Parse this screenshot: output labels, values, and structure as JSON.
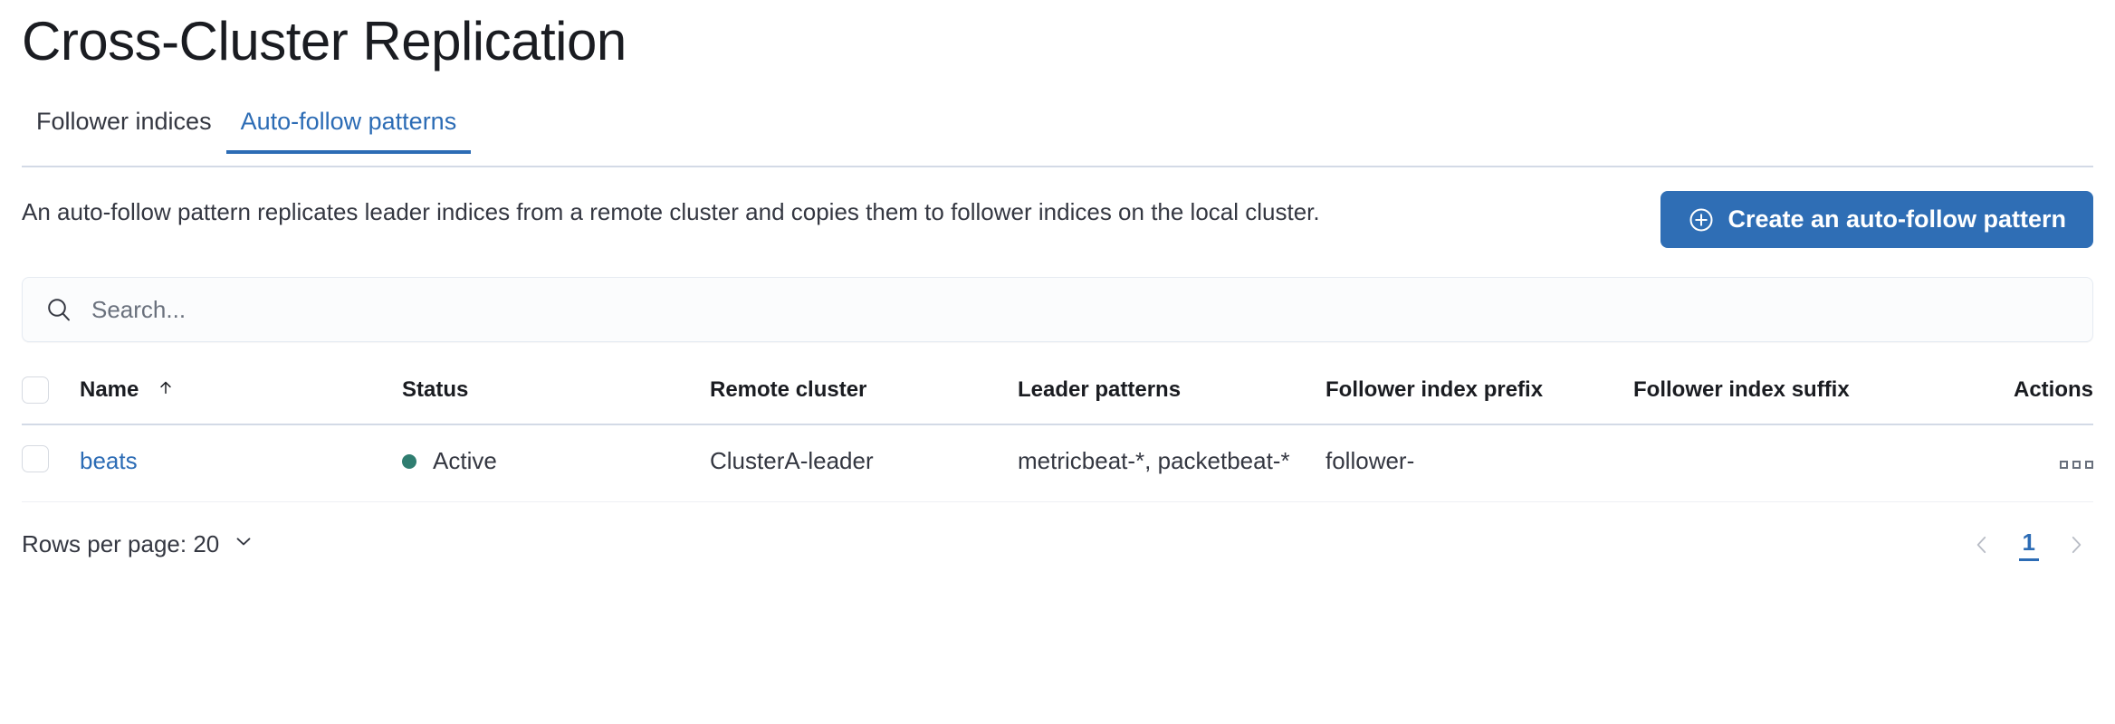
{
  "header": {
    "title": "Cross-Cluster Replication"
  },
  "tabs": [
    {
      "label": "Follower indices",
      "active": false,
      "name": "tab-follower-indices"
    },
    {
      "label": "Auto-follow patterns",
      "active": true,
      "name": "tab-auto-follow-patterns"
    }
  ],
  "intro": {
    "description": "An auto-follow pattern replicates leader indices from a remote cluster and copies them to follower indices on the local cluster.",
    "create_button_label": "Create an auto-follow pattern",
    "create_button_icon": "plus-circle-icon"
  },
  "search": {
    "placeholder": "Search...",
    "value": "",
    "icon": "search-icon"
  },
  "table": {
    "columns": [
      {
        "key": "name",
        "label": "Name",
        "sorted": "asc",
        "sort_icon": "arrow-up-icon"
      },
      {
        "key": "status",
        "label": "Status"
      },
      {
        "key": "remote_cluster",
        "label": "Remote cluster"
      },
      {
        "key": "leader_patterns",
        "label": "Leader patterns"
      },
      {
        "key": "follower_index_prefix",
        "label": "Follower index prefix"
      },
      {
        "key": "follower_index_suffix",
        "label": "Follower index suffix"
      },
      {
        "key": "actions",
        "label": "Actions"
      }
    ],
    "rows": [
      {
        "name": "beats",
        "status": "Active",
        "status_color": "#2f7d70",
        "remote_cluster": "ClusterA-leader",
        "leader_patterns": "metricbeat-*, packetbeat-*",
        "follower_index_prefix": "follower-",
        "follower_index_suffix": "",
        "actions_icon": "ellipsis-actions-icon"
      }
    ]
  },
  "footer": {
    "rows_per_page_label": "Rows per page: 20",
    "rows_per_page_icon": "chevron-down-icon",
    "prev_icon": "chevron-left-icon",
    "next_icon": "chevron-right-icon",
    "pages": [
      "1"
    ],
    "current_page": "1"
  },
  "colors": {
    "accent_blue": "#2c6cb5",
    "button_blue": "#2f6eb5",
    "status_green": "#2f7d70",
    "text": "#343741",
    "border": "#d3dae6"
  }
}
